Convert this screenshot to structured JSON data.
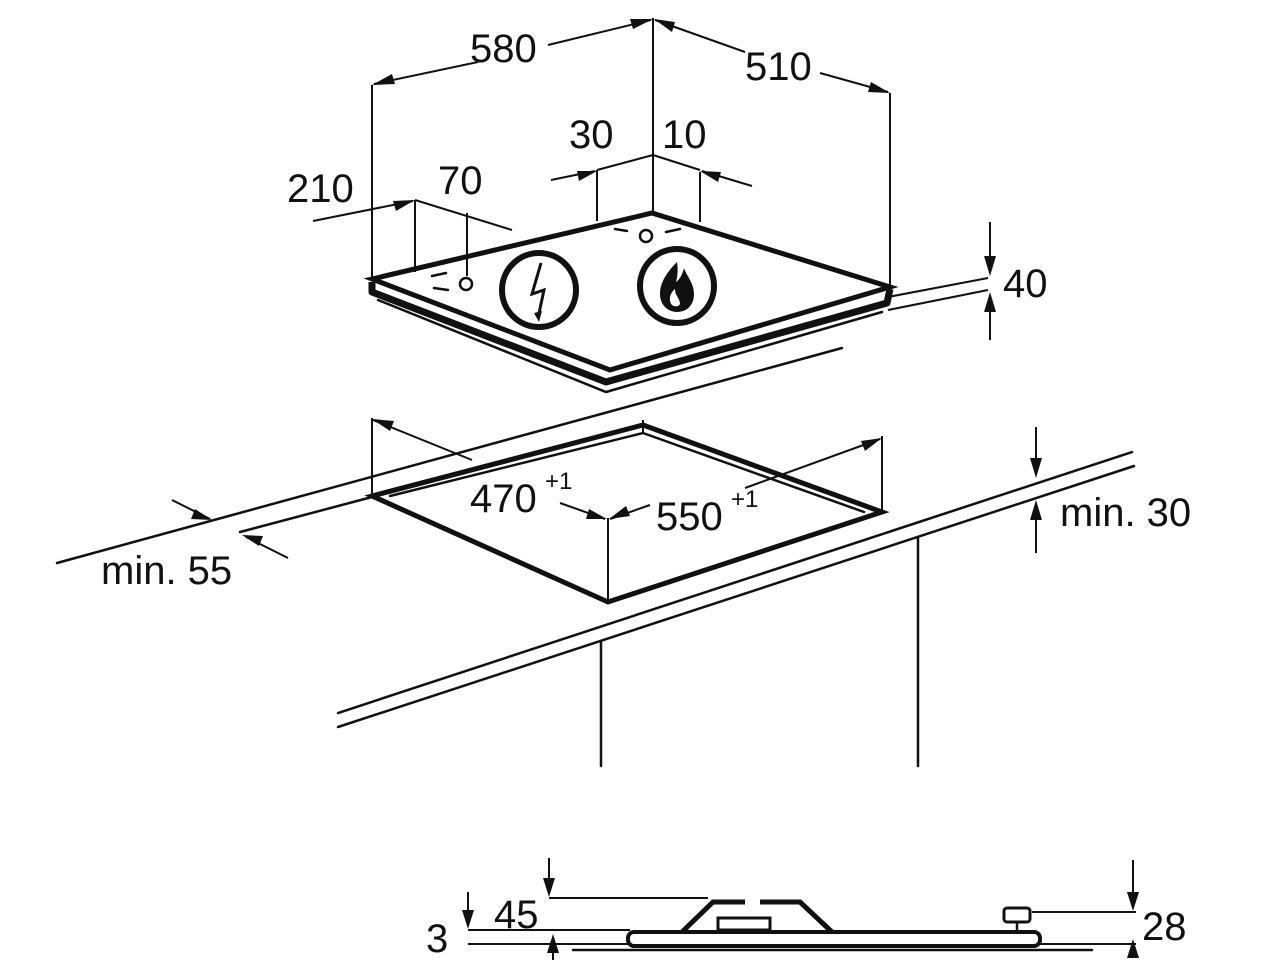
{
  "dimensions": {
    "hob_width": "580",
    "hob_depth": "510",
    "offset_30": "30",
    "offset_10": "10",
    "offset_210": "210",
    "offset_70": "70",
    "hob_height": "40",
    "cutout_depth": "470",
    "cutout_depth_tol": "+1",
    "cutout_width": "550",
    "cutout_width_tol": "+1",
    "min_front": "min. 55",
    "min_below": "min. 30",
    "profile_45": "45",
    "profile_3": "3",
    "profile_28": "28"
  },
  "icons": [
    "electric-connection-icon",
    "gas-connection-icon"
  ]
}
